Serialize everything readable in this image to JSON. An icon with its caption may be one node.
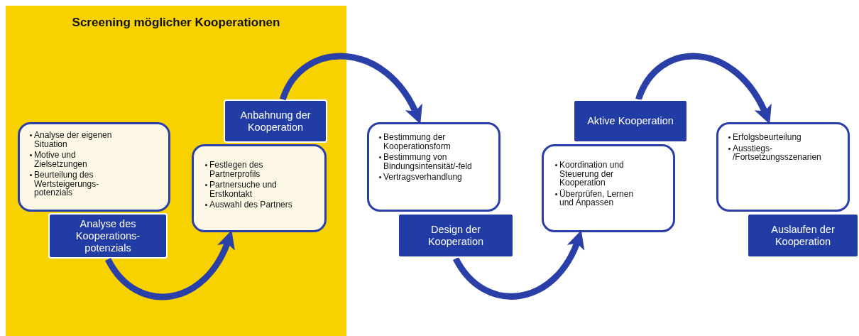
{
  "diagram": {
    "nodes": [
      {
        "text": [
          "Screening möglicher Kooperationen"
        ]
      },
      {
        "text": [
          "Analyse der eigenen Situation",
          "Motive und Zielsetzungen",
          "Beurteilung des Wertsteigerungs- potenzials"
        ],
        "in": 0
      },
      {
        "text": [
          "Analyse des Kooperations- potenzials"
        ],
        "in": 0
      },
      {
        "text": [
          "Festlegen des Partnerprofils",
          "Partnersuche und Erstkontakt",
          "Auswahl des Partners"
        ],
        "in": 0
      },
      {
        "text": [
          "Anbahnung der Kooperation"
        ],
        "in": 0
      },
      {
        "text": [
          "Bestimmung der Kooperationsform",
          "Bestimmung von Bindungsintensität/-feld",
          "Vertragsverhandlung"
        ]
      },
      {
        "text": [
          "Design der Kooperation"
        ]
      },
      {
        "text": [
          "Koordination und Steuerung der Kooperation",
          "Überprüfen, Lernen und Anpassen"
        ]
      },
      {
        "text": [
          "Aktive Kooperation"
        ]
      },
      {
        "text": [
          "Erfolgsbeurteilung",
          "Ausstiegs- /Fortsetzungsszenarien"
        ]
      },
      {
        "text": [
          "Auslaufen der Kooperation"
        ]
      }
    ],
    "edges": [
      {
        "from": 2,
        "to": 3,
        "arrow": "to"
      },
      {
        "from": 4,
        "to": 5,
        "arrow": "to"
      },
      {
        "from": 6,
        "to": 7,
        "arrow": "to"
      },
      {
        "from": 8,
        "to": 9,
        "arrow": "to"
      }
    ]
  }
}
